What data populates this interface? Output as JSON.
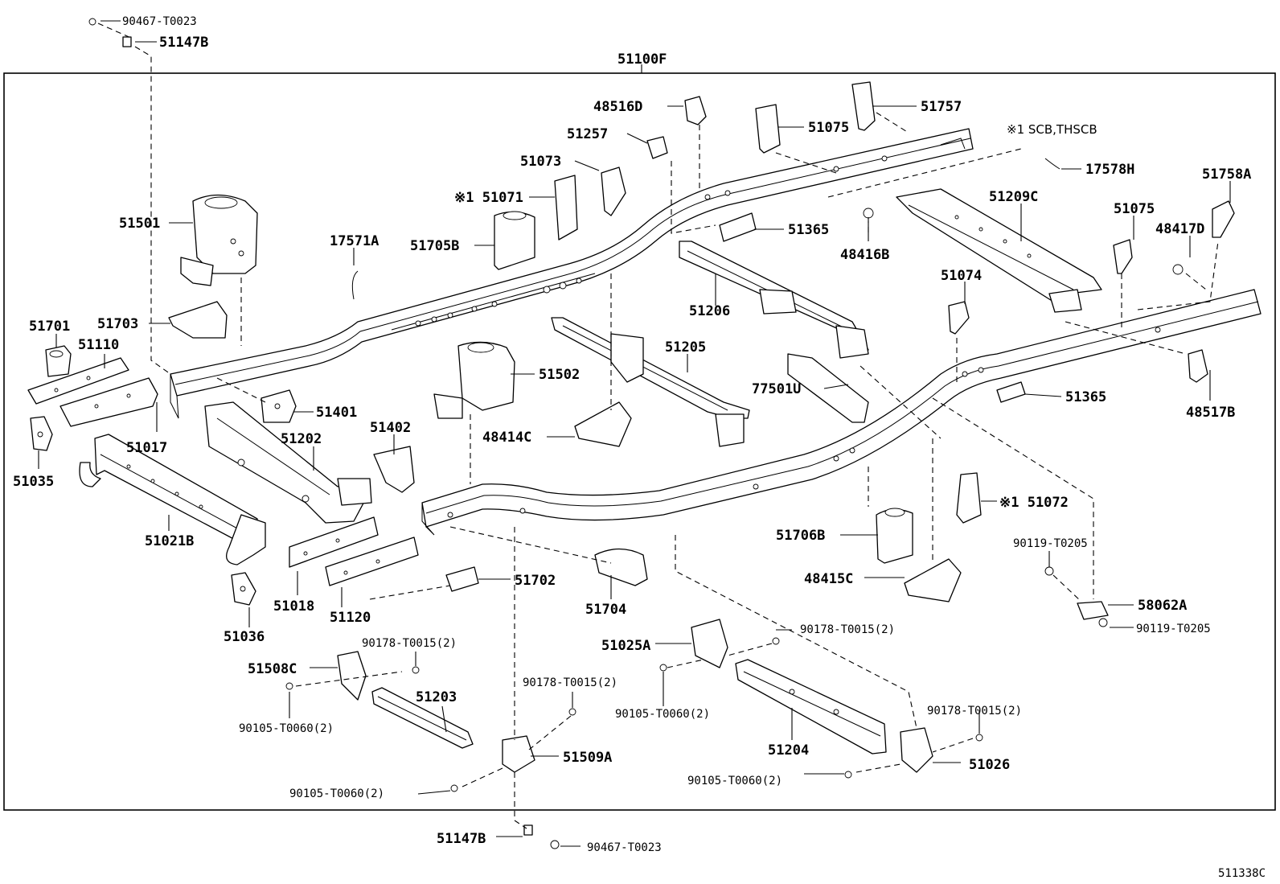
{
  "diagram": {
    "assembly_label": "51100F",
    "figure_id": "511338C",
    "note": "※1  SCB,THSCB",
    "labels": {
      "p90467_top": "90467-T0023",
      "p51147B_top": "51147B",
      "p51501": "51501",
      "p51701": "51701",
      "p51110": "51110",
      "p51703": "51703",
      "p51017": "51017",
      "p51035": "51035",
      "p17571A": "17571A",
      "p51705B": "51705B",
      "p51071": "※1 51071",
      "p51073": "51073",
      "p51257": "51257",
      "p48516D": "48516D",
      "p51075_top": "51075",
      "p51757": "51757",
      "p17578H": "17578H",
      "p51758A": "51758A",
      "p51209C": "51209C",
      "p51075_right": "51075",
      "p48417D": "48417D",
      "p51365_top": "51365",
      "p48416B": "48416B",
      "p51206": "51206",
      "p51074": "51074",
      "p51205": "51205",
      "p51502": "51502",
      "p77501U": "77501U",
      "p48517B": "48517B",
      "p51365_right": "51365",
      "p48414C": "48414C",
      "p51401": "51401",
      "p51202": "51202",
      "p51402": "51402",
      "p51021B": "51021B",
      "p51072": "※1 51072",
      "p51706B": "51706B",
      "p48415C": "48415C",
      "p90119_top": "90119-T0205",
      "p58062A": "58062A",
      "p90119_bottom": "90119-T0205",
      "p51036": "51036",
      "p51018": "51018",
      "p51120": "51120",
      "p51702": "51702",
      "p51704": "51704",
      "p90178_a": "90178-T0015(2)",
      "p51508C": "51508C",
      "p51203": "51203",
      "p90105_a": "90105-T0060(2)",
      "p90178_b": "90178-T0015(2)",
      "p51509A": "51509A",
      "p90105_b": "90105-T0060(2)",
      "p51025A": "51025A",
      "p90178_c": "90178-T0015(2)",
      "p90105_c": "90105-T0060(2)",
      "p51204": "51204",
      "p90178_d": "90178-T0015(2)",
      "p51026": "51026",
      "p90105_d": "90105-T0060(2)",
      "p51147B_bottom": "51147B",
      "p90467_bottom": "90467-T0023"
    }
  }
}
